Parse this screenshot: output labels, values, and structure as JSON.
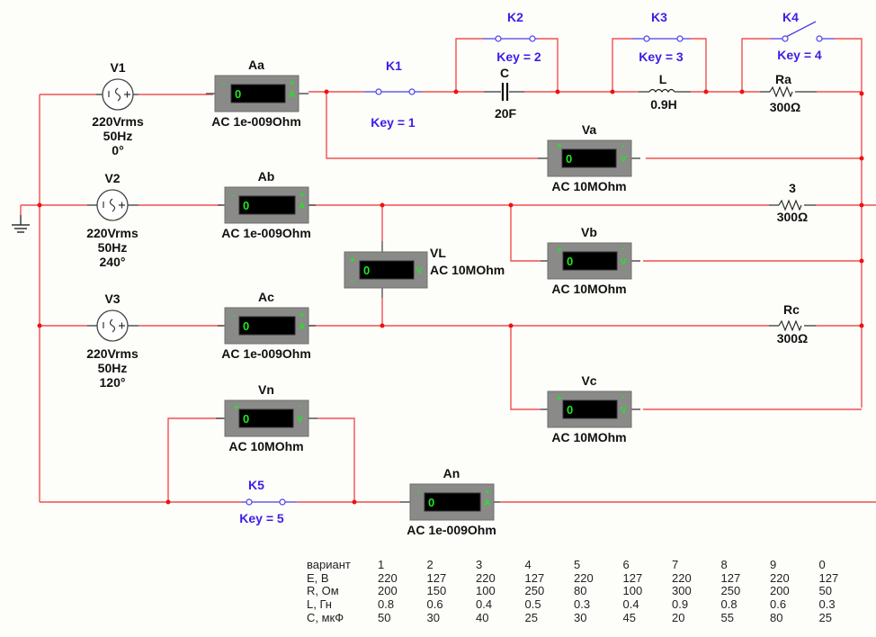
{
  "sources": [
    {
      "name": "V1",
      "voltage": "220Vrms",
      "freq": "50Hz",
      "phase": "0°"
    },
    {
      "name": "V2",
      "voltage": "220Vrms",
      "freq": "50Hz",
      "phase": "240°"
    },
    {
      "name": "V3",
      "voltage": "220Vrms",
      "freq": "50Hz",
      "phase": "120°"
    }
  ],
  "ammeters": [
    {
      "name": "Aa",
      "reading": "0",
      "spec": "AC  1e-009Ohm",
      "unit": "A"
    },
    {
      "name": "Ab",
      "reading": "0",
      "spec": "AC  1e-009Ohm",
      "unit": "A"
    },
    {
      "name": "Ac",
      "reading": "0",
      "spec": "AC  1e-009Ohm",
      "unit": "A"
    },
    {
      "name": "An",
      "reading": "0",
      "spec": "AC  1e-009Ohm",
      "unit": "A"
    }
  ],
  "voltmeters": [
    {
      "name": "Va",
      "reading": "0",
      "spec": "AC  10MOhm",
      "unit": "V"
    },
    {
      "name": "Vb",
      "reading": "0",
      "spec": "AC  10MOhm",
      "unit": "V"
    },
    {
      "name": "Vc",
      "reading": "0",
      "spec": "AC  10MOhm",
      "unit": "V"
    },
    {
      "name": "VL",
      "reading": "0",
      "spec": "AC  10MOhm",
      "unit": "V"
    },
    {
      "name": "Vn",
      "reading": "0",
      "spec": "AC  10MOhm",
      "unit": "V"
    }
  ],
  "switches": [
    {
      "name": "K1",
      "key": "Key = 1",
      "state": "closed"
    },
    {
      "name": "K2",
      "key": "Key = 2",
      "state": "closed"
    },
    {
      "name": "K3",
      "key": "Key = 3",
      "state": "closed"
    },
    {
      "name": "K4",
      "key": "Key = 4",
      "state": "open"
    },
    {
      "name": "K5",
      "key": "Key = 5",
      "state": "closed"
    }
  ],
  "components": {
    "capacitor": {
      "name": "C",
      "value": "20F"
    },
    "inductor": {
      "name": "L",
      "value": "0.9H"
    },
    "ra": {
      "name": "Ra",
      "value": "300Ω"
    },
    "rb": {
      "name": "3",
      "value": "300Ω"
    },
    "rc": {
      "name": "Rc",
      "value": "300Ω"
    }
  },
  "meter_pins": {
    "plus": "+",
    "minus": "-"
  },
  "variants_table": {
    "header_label": "вариант",
    "columns": [
      "1",
      "2",
      "3",
      "4",
      "5",
      "6",
      "7",
      "8",
      "9",
      "0"
    ],
    "rows": [
      {
        "label": "E, В",
        "values": [
          "220",
          "127",
          "220",
          "127",
          "220",
          "127",
          "220",
          "127",
          "220",
          "127"
        ]
      },
      {
        "label": "R, Ом",
        "values": [
          "200",
          "150",
          "100",
          "250",
          "80",
          "100",
          "300",
          "250",
          "200",
          "50"
        ]
      },
      {
        "label": "L, Гн",
        "values": [
          "0.8",
          "0.6",
          "0.4",
          "0.5",
          "0.3",
          "0.4",
          "0.9",
          "0.8",
          "0.6",
          "0.3"
        ]
      },
      {
        "label": "C, мкФ",
        "values": [
          "50",
          "30",
          "40",
          "25",
          "30",
          "45",
          "20",
          "55",
          "80",
          "25"
        ]
      }
    ]
  },
  "colors": {
    "wire": "#f05050",
    "switch": "#4b3ee6",
    "meter_body": "#8a8a88",
    "display_text": "#22e622"
  }
}
